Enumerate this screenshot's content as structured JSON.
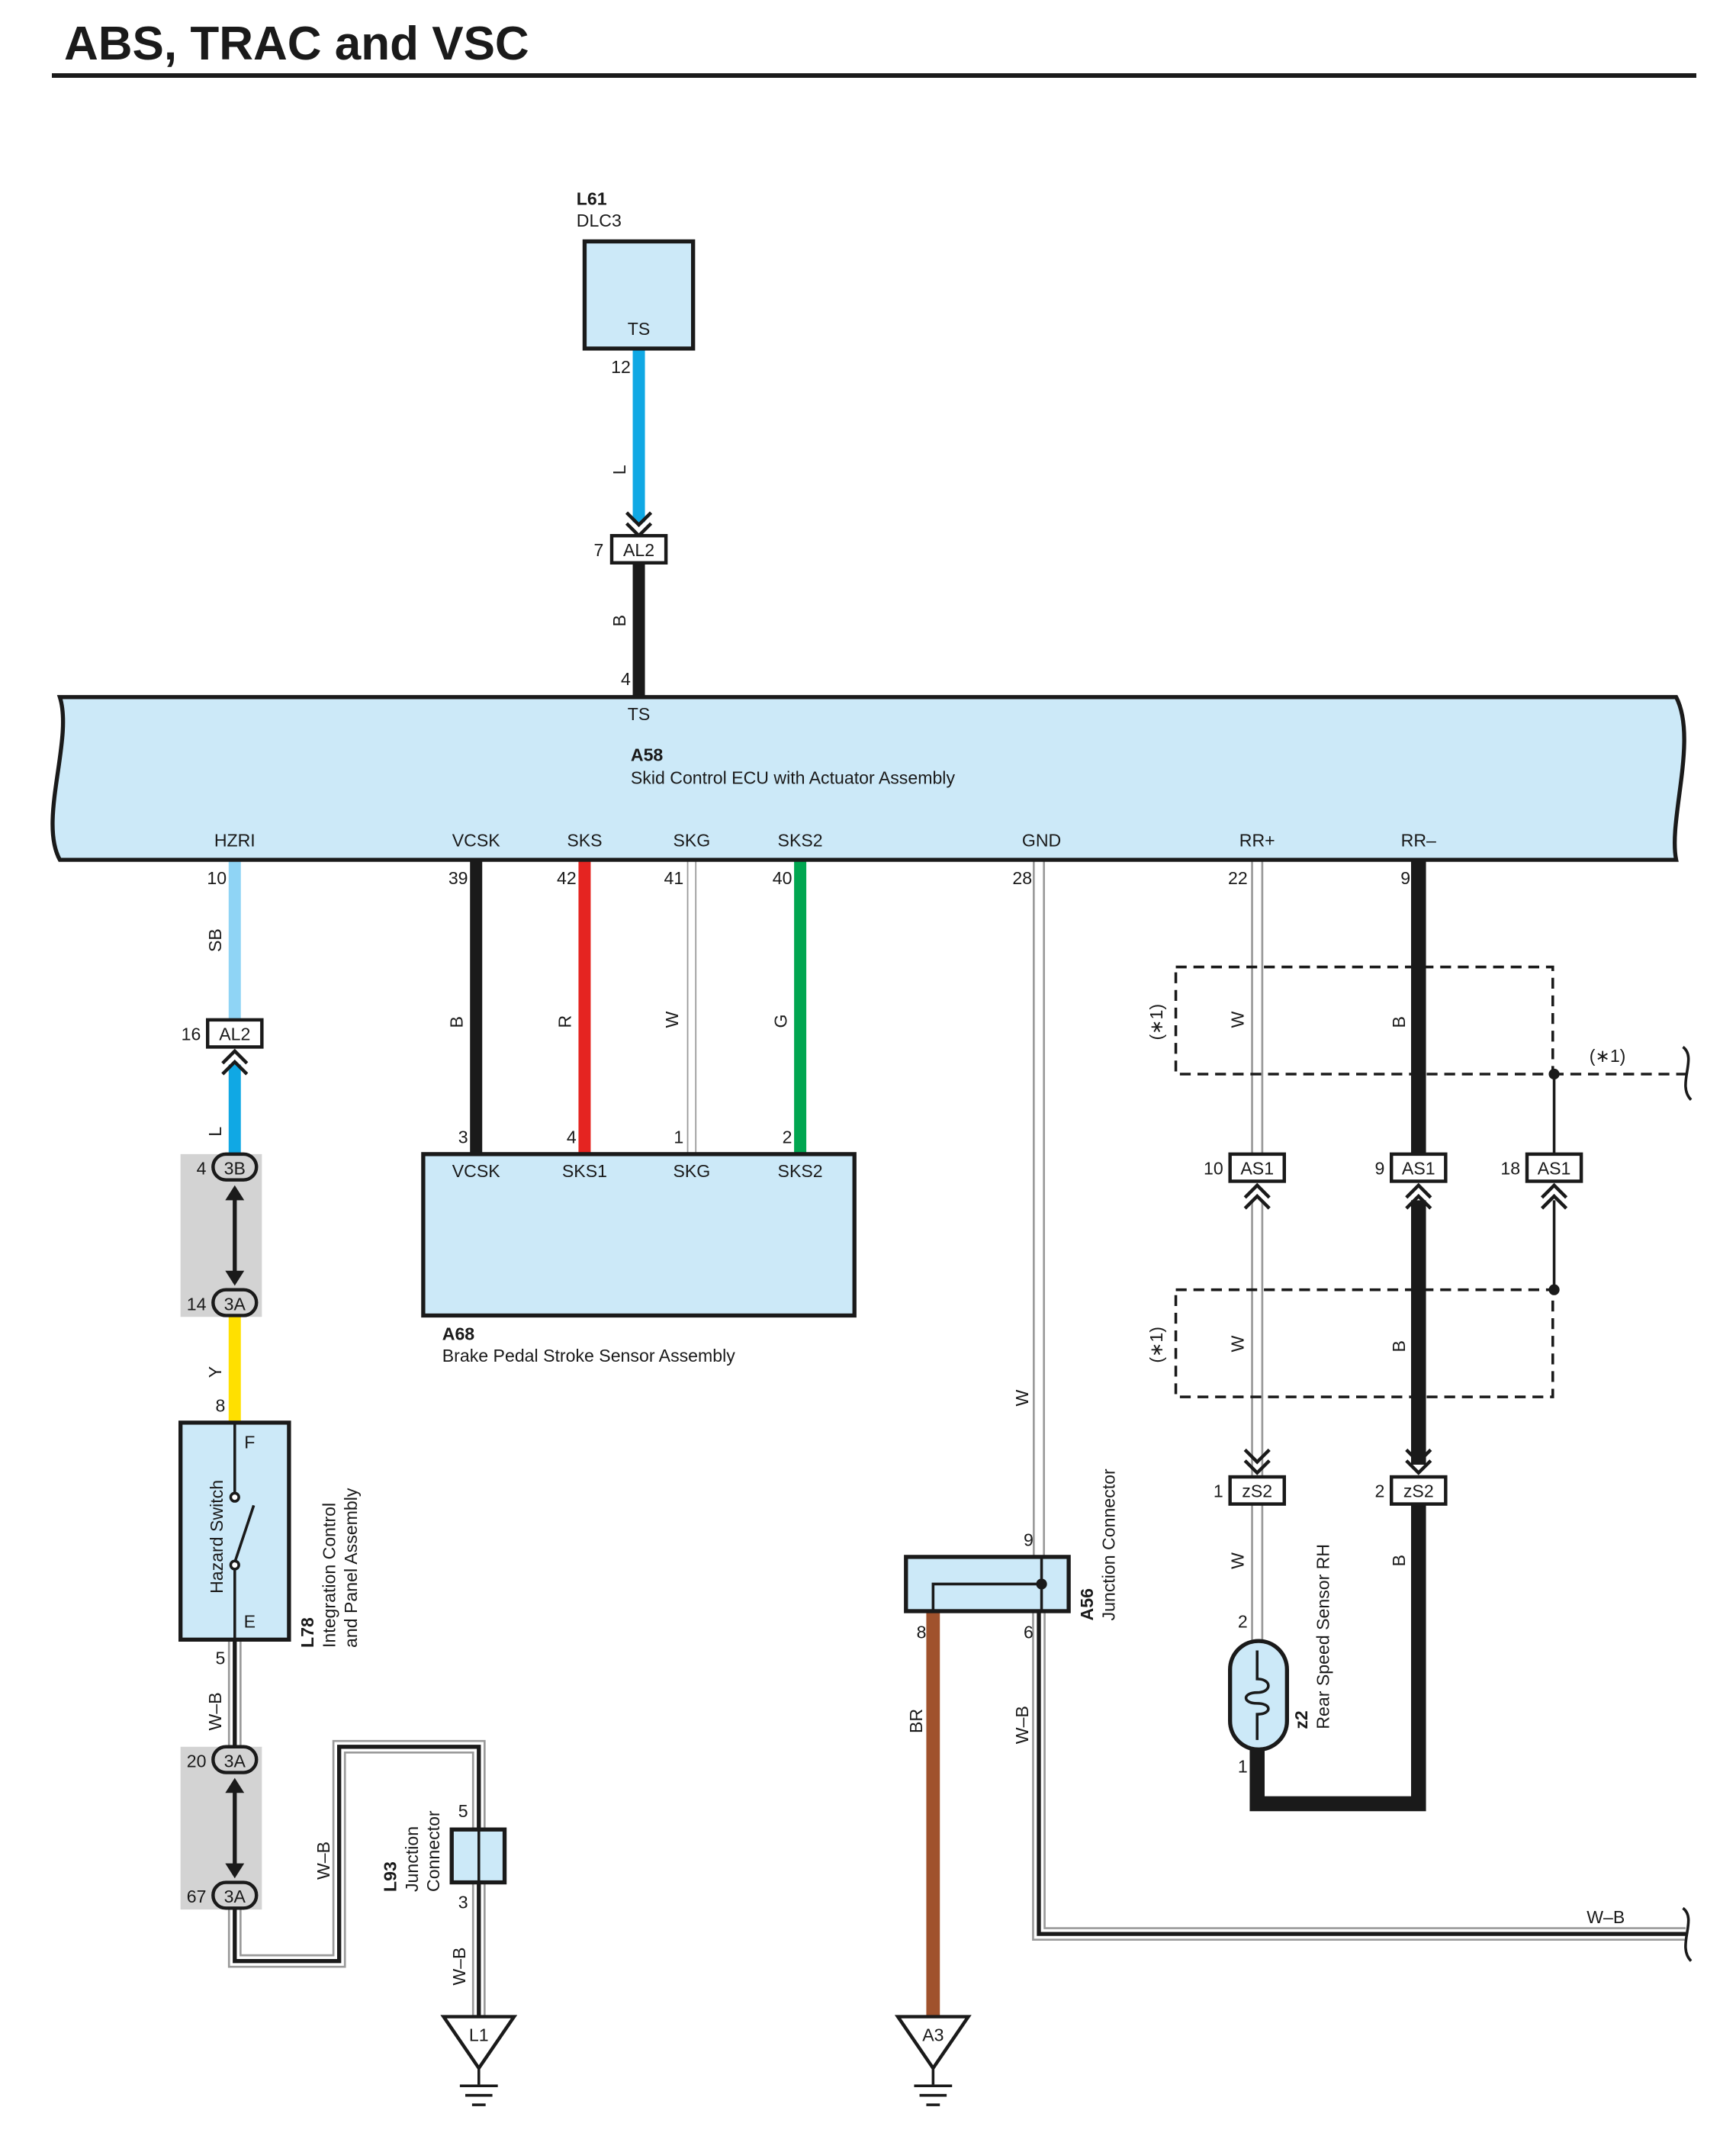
{
  "title": "ABS, TRAC and VSC",
  "colors": {
    "box_fill": "#cce9f8",
    "gray": "#d3d3d3",
    "L": "#10a8e4",
    "SB": "#8fd4f5",
    "B": "#1a1a1a",
    "R": "#e52421",
    "W": "#ffffff",
    "G": "#00a650",
    "Y": "#ffe000",
    "BR": "#a0522d",
    "WB": "#1a1a1a"
  },
  "components": {
    "L61": {
      "id": "L61",
      "name": "DLC3",
      "pin": "TS"
    },
    "A58": {
      "id": "A58",
      "name": "Skid Control ECU with Actuator Assembly",
      "top_pin": "TS",
      "pins": [
        "HZRI",
        "VCSK",
        "SKS",
        "SKG",
        "SKS2",
        "GND",
        "RR+",
        "RR–"
      ]
    },
    "A68": {
      "id": "A68",
      "name": "Brake Pedal Stroke Sensor Assembly",
      "pins": [
        "VCSK",
        "SKS1",
        "SKG",
        "SKS2"
      ]
    },
    "L78": {
      "id": "L78",
      "name_line1": "Integration Control",
      "name_line2": "and Panel Assembly",
      "switch": "Hazard Switch",
      "pin_top": "F",
      "pin_bottom": "E"
    },
    "L93": {
      "id": "L93",
      "name_line1": "Junction",
      "name_line2": "Connector"
    },
    "A56": {
      "id": "A56",
      "name": "Junction Connector"
    },
    "z2": {
      "id": "z2",
      "name": "Rear Speed Sensor RH"
    }
  },
  "connectors": {
    "AL2": "AL2",
    "3B": "3B",
    "3A": "3A",
    "AS1": "AS1",
    "zS2": "zS2",
    "L1": "L1",
    "A3": "A3"
  },
  "wires": {
    "L": "L",
    "B": "B",
    "SB": "SB",
    "R": "R",
    "W": "W",
    "G": "G",
    "Y": "Y",
    "WB": "W–B",
    "BR": "BR"
  },
  "pin_numbers": {
    "p12": "12",
    "p7": "7",
    "p4": "4",
    "p10": "10",
    "p39": "39",
    "p42": "42",
    "p41": "41",
    "p40": "40",
    "p28": "28",
    "p22": "22",
    "p9": "9",
    "p16": "16",
    "p3": "3",
    "p1": "1",
    "p2": "2",
    "p14": "14",
    "p8": "8",
    "p5": "5",
    "p20": "20",
    "p67": "67",
    "p18": "18",
    "p6": "6"
  },
  "note": "(∗1)"
}
